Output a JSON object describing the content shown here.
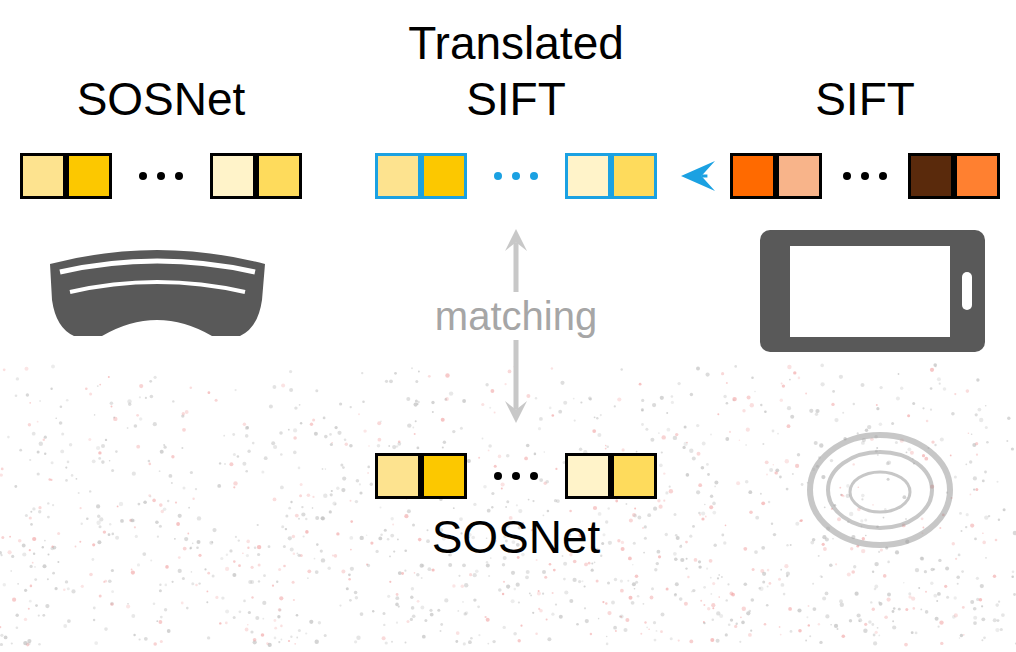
{
  "diagram": {
    "nodes": [
      {
        "text": [
          "SOSNet"
        ]
      },
      {
        "text": [
          "Translated SIFT"
        ]
      },
      {
        "text": [
          "SIFT"
        ]
      },
      {
        "text": [
          "SOSNet"
        ]
      }
    ],
    "edges": [
      {
        "from": 2,
        "to": 1,
        "arrow": "to"
      },
      {
        "from": 1,
        "to": 3,
        "label": "matching",
        "arrow": "both"
      }
    ]
  }
}
